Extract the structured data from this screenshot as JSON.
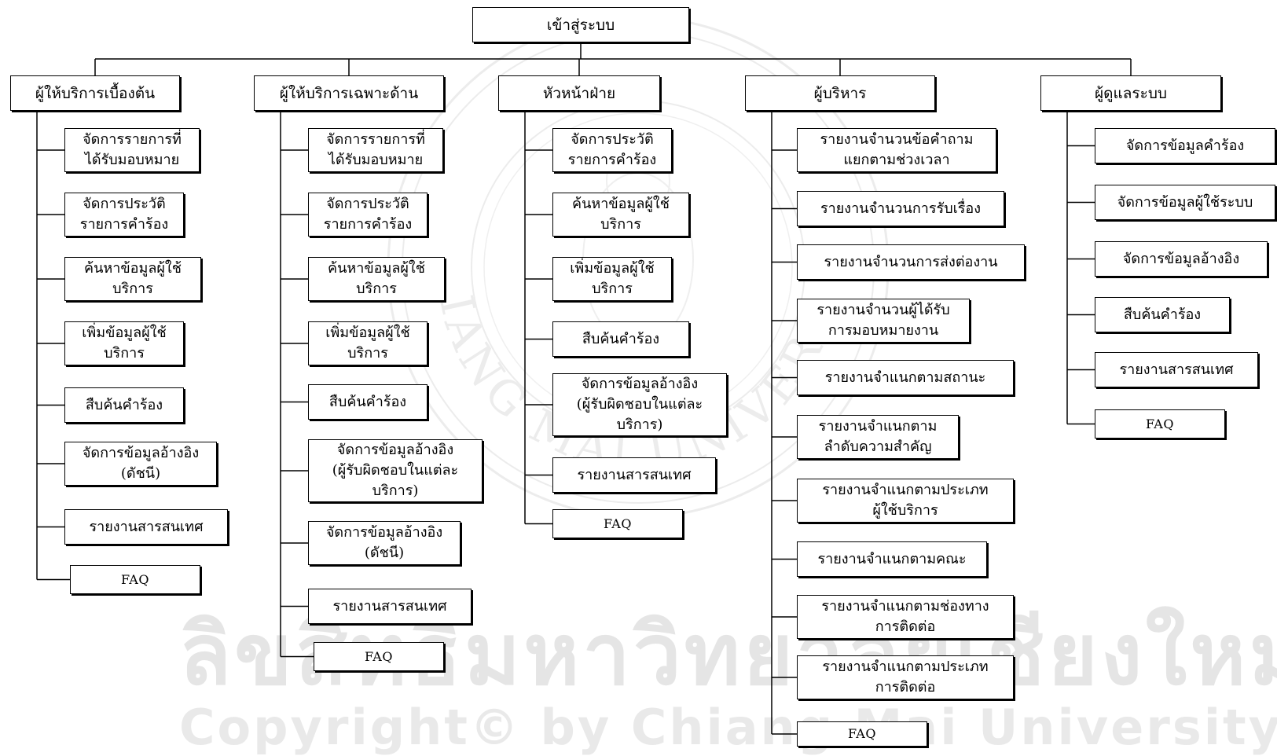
{
  "watermark": {
    "thai": "ลิขสิทธิ์มหาวิทยาลัยเชียงใหม่",
    "english": "Copyright© by Chiang Mai University",
    "seal_text": "CHIANG MAI UNIVERSITY"
  },
  "root": {
    "label": "เข้าสู่ระบบ"
  },
  "roles": [
    {
      "label": "ผู้ให้บริการเบื้องต้น",
      "items": [
        "จัดการรายการที่\nได้รับมอบหมาย",
        "จัดการประวัติ\nรายการคำร้อง",
        "ค้นหาข้อมูลผู้ใช้\nบริการ",
        "เพิ่มข้อมูลผู้ใช้\nบริการ",
        "สืบค้นคำร้อง",
        "จัดการข้อมูลอ้างอิง\n(ดัชนี)",
        "รายงานสารสนเทศ",
        "FAQ"
      ]
    },
    {
      "label": "ผู้ให้บริการเฉพาะด้าน",
      "items": [
        "จัดการรายการที่\nได้รับมอบหมาย",
        "จัดการประวัติ\nรายการคำร้อง",
        "ค้นหาข้อมูลผู้ใช้\nบริการ",
        "เพิ่มข้อมูลผู้ใช้\nบริการ",
        "สืบค้นคำร้อง",
        "จัดการข้อมูลอ้างอิง\n(ผู้รับผิดชอบในแต่ละ\nบริการ)",
        "จัดการข้อมูลอ้างอิง\n(ดัชนี)",
        "รายงานสารสนเทศ",
        "FAQ"
      ]
    },
    {
      "label": "หัวหน้าฝ่าย",
      "items": [
        "จัดการประวัติ\nรายการคำร้อง",
        "ค้นหาข้อมูลผู้ใช้\nบริการ",
        "เพิ่มข้อมูลผู้ใช้\nบริการ",
        "สืบค้นคำร้อง",
        "จัดการข้อมูลอ้างอิง\n(ผู้รับผิดชอบในแต่ละ\nบริการ)",
        "รายงานสารสนเทศ",
        "FAQ"
      ]
    },
    {
      "label": "ผู้บริหาร",
      "items": [
        "รายงานจำนวนข้อคำถาม\nแยกตามช่วงเวลา",
        "รายงานจำนวนการรับเรื่อง",
        "รายงานจำนวนการส่งต่องาน",
        "รายงานจำนวนผู้ได้รับ\nการมอบหมายงาน",
        "รายงานจำแนกตามสถานะ",
        "รายงานจำแนกตาม\nลำดับความสำคัญ",
        "รายงานจำแนกตามประเภท\nผู้ใช้บริการ",
        "รายงานจำแนกตามคณะ",
        "รายงานจำแนกตามช่องทาง\nการติดต่อ",
        "รายงานจำแนกตามประเภท\nการติดต่อ",
        "FAQ"
      ]
    },
    {
      "label": "ผู้ดูแลระบบ",
      "items": [
        "จัดการข้อมูลคำร้อง",
        "จัดการข้อมูลผู้ใช้ระบบ",
        "จัดการข้อมูลอ้างอิง",
        "สืบค้นคำร้อง",
        "รายงานสารสนเทศ",
        "FAQ"
      ]
    }
  ]
}
